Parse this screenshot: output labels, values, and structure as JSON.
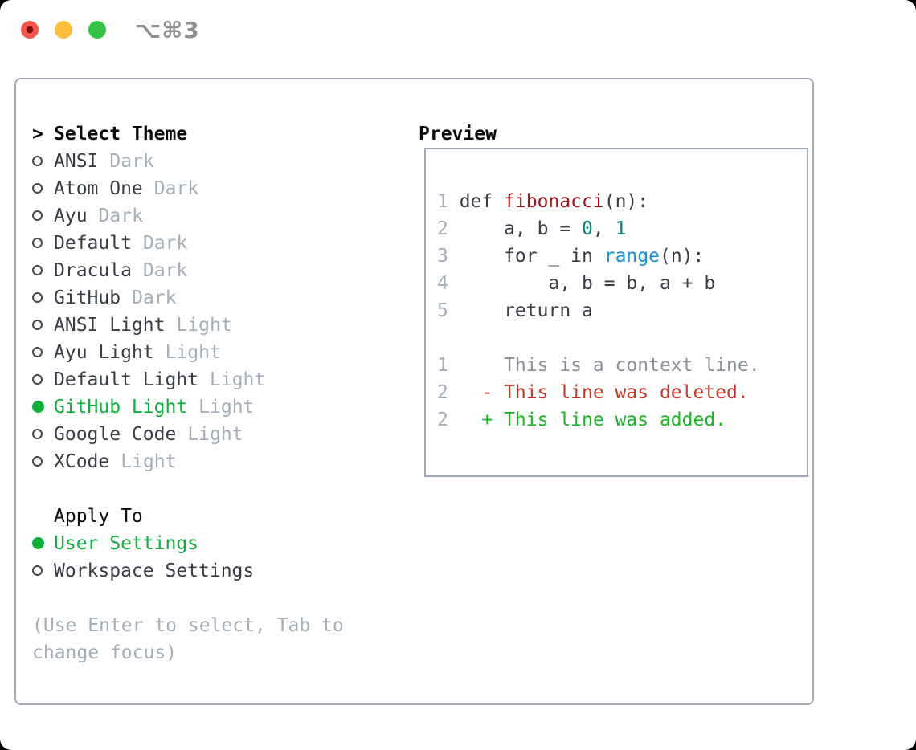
{
  "window": {
    "title": "⌥⌘3"
  },
  "colors": {
    "accent-green": "#0fae3d",
    "text-dark": "#383d45",
    "muted": "#a4adb8",
    "panel-border": "#a2aab5",
    "code-default": "#383d45",
    "code-function": "#a31515",
    "code-number": "#0c7d7d",
    "code-builtin": "#1693d2",
    "diff-context": "#8b9199",
    "diff-deleted": "#c2372a",
    "diff-added": "#1db427",
    "traffic-red": "#f5564e",
    "traffic-red-dot": "#7e0f08",
    "traffic-yellow": "#fcbe3d",
    "traffic-green": "#33c241"
  },
  "select_theme": {
    "prompt": ">",
    "header": "Select Theme",
    "items": [
      {
        "name": "ANSI",
        "tag": "Dark",
        "selected": false
      },
      {
        "name": "Atom One",
        "tag": "Dark",
        "selected": false
      },
      {
        "name": "Ayu",
        "tag": "Dark",
        "selected": false
      },
      {
        "name": "Default",
        "tag": "Dark",
        "selected": false
      },
      {
        "name": "Dracula",
        "tag": "Dark",
        "selected": false
      },
      {
        "name": "GitHub",
        "tag": "Dark",
        "selected": false
      },
      {
        "name": "ANSI Light",
        "tag": "Light",
        "selected": false
      },
      {
        "name": "Ayu Light",
        "tag": "Light",
        "selected": false
      },
      {
        "name": "Default Light",
        "tag": "Light",
        "selected": false
      },
      {
        "name": "GitHub Light",
        "tag": "Light",
        "selected": true
      },
      {
        "name": "Google Code",
        "tag": "Light",
        "selected": false
      },
      {
        "name": "XCode",
        "tag": "Light",
        "selected": false
      }
    ]
  },
  "apply_to": {
    "header": "Apply To",
    "options": [
      {
        "name": "User Settings",
        "selected": true
      },
      {
        "name": "Workspace Settings",
        "selected": false
      }
    ]
  },
  "hint": "(Use Enter to select, Tab to change focus)",
  "preview": {
    "header": "Preview",
    "code_lines": [
      {
        "num": "1",
        "segments": [
          {
            "t": " def ",
            "c": "code"
          },
          {
            "t": "fibonacci",
            "c": "func"
          },
          {
            "t": "(n):",
            "c": "code"
          }
        ]
      },
      {
        "num": "2",
        "segments": [
          {
            "t": "     a, b = ",
            "c": "code"
          },
          {
            "t": "0",
            "c": "num"
          },
          {
            "t": ", ",
            "c": "code"
          },
          {
            "t": "1",
            "c": "num"
          }
        ]
      },
      {
        "num": "3",
        "segments": [
          {
            "t": "     for _ in ",
            "c": "code"
          },
          {
            "t": "range",
            "c": "builtin"
          },
          {
            "t": "(n):",
            "c": "code"
          }
        ]
      },
      {
        "num": "4",
        "segments": [
          {
            "t": "         a, b = b, a + b",
            "c": "code"
          }
        ]
      },
      {
        "num": "5",
        "segments": [
          {
            "t": "     return a",
            "c": "code"
          }
        ]
      }
    ],
    "diff_lines": [
      {
        "num": "1",
        "segments": [
          {
            "t": "     This is a context line.",
            "c": "ctx"
          }
        ]
      },
      {
        "num": "2",
        "segments": [
          {
            "t": "   - This line was deleted.",
            "c": "del"
          }
        ]
      },
      {
        "num": "2",
        "segments": [
          {
            "t": "   + This line was added.",
            "c": "add"
          }
        ]
      }
    ]
  }
}
